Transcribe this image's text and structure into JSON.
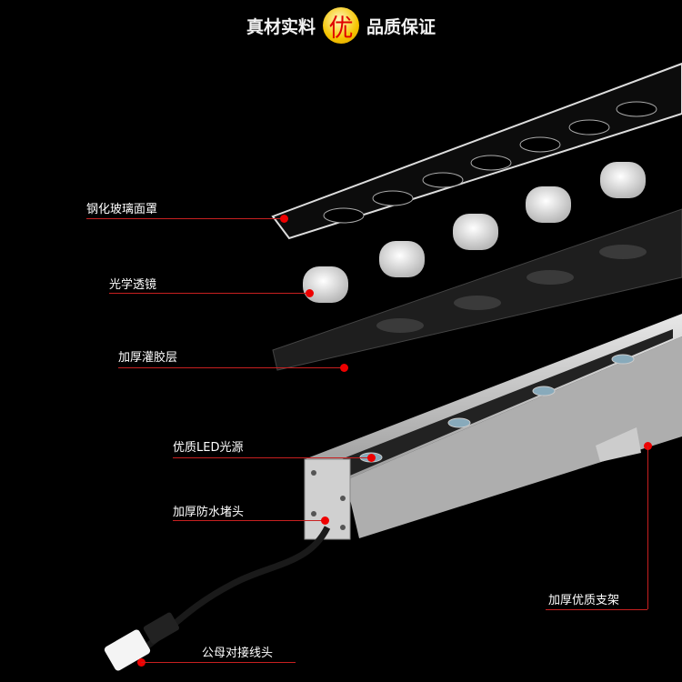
{
  "header": {
    "left": "真材实料",
    "badge": "优",
    "right": "品质保证"
  },
  "callouts": {
    "glass_cover": "钢化玻璃面罩",
    "optical_lens": "光学透镜",
    "potting_layer": "加厚灌胶层",
    "led_source": "优质LED光源",
    "end_cap": "加厚防水堵头",
    "bracket": "加厚优质支架",
    "connector": "公母对接线头"
  },
  "colors": {
    "accent": "#e00000",
    "badge": "#f5c400"
  }
}
